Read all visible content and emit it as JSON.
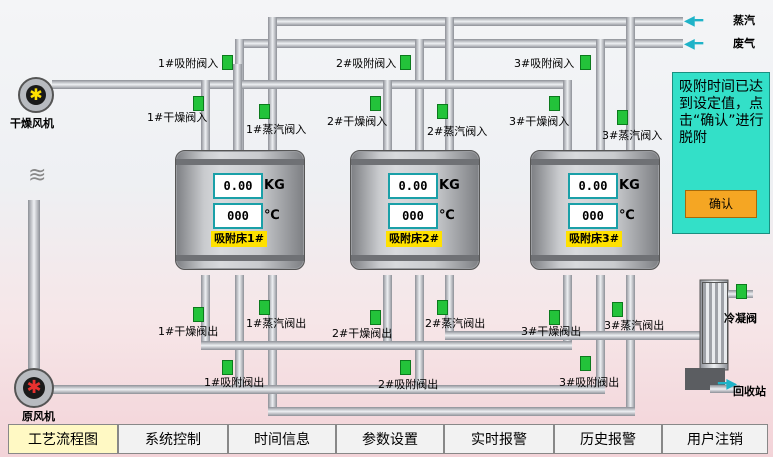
{
  "labels": {
    "steam": "蒸汽",
    "exhaust": "废气",
    "dry_fan": "干燥风机",
    "orig_fan": "原风机",
    "condense_valve": "冷凝阀",
    "recycle": "回收站"
  },
  "valves": {
    "a1_in": "1#吸附阀入",
    "a2_in": "2#吸附阀入",
    "a3_in": "3#吸附阀入",
    "d1_in": "1#干燥阀入",
    "d2_in": "2#干燥阀入",
    "d3_in": "3#干燥阀入",
    "s1_in": "1#蒸汽阀入",
    "s2_in": "2#蒸汽阀入",
    "s3_in": "3#蒸汽阀入",
    "d1_out": "1#干燥阀出",
    "d2_out": "2#干燥阀出",
    "d3_out": "3#干燥阀出",
    "s1_out": "1#蒸汽阀出",
    "s2_out": "2#蒸汽阀出",
    "s3_out": "3#蒸汽阀出",
    "a1_out": "1#吸附阀出",
    "a2_out": "2#吸附阀出",
    "a3_out": "3#吸附阀出"
  },
  "beds": [
    {
      "name": "吸附床1#",
      "weight": "0.00",
      "weight_unit": "KG",
      "temp": "000",
      "temp_unit": "℃"
    },
    {
      "name": "吸附床2#",
      "weight": "0.00",
      "weight_unit": "KG",
      "temp": "000",
      "temp_unit": "℃"
    },
    {
      "name": "吸附床3#",
      "weight": "0.00",
      "weight_unit": "KG",
      "temp": "000",
      "temp_unit": "℃"
    }
  ],
  "alert": {
    "message": "吸附时间已达到设定值，点击“确认”进行脱附",
    "confirm_label": "确认"
  },
  "tabs": [
    "工艺流程图",
    "系统控制",
    "时间信息",
    "参数设置",
    "实时报警",
    "历史报警",
    "用户注销"
  ],
  "active_tab": 0,
  "colors": {
    "pipe": "#b9bcc2",
    "valve_on": "#23c33a",
    "alert_bg": "#33e0c8",
    "confirm_bg": "#f5a623",
    "bed_label": "#ffe100",
    "active_tab": "#fff9c4"
  }
}
